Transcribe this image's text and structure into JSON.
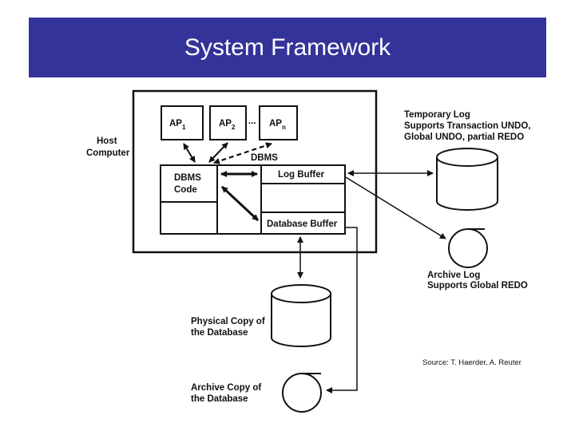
{
  "slide": {
    "title": "System Framework"
  },
  "diagram": {
    "host_computer": [
      "Host",
      "Computer"
    ],
    "ap1": {
      "main": "AP",
      "sub": "1"
    },
    "ap2": {
      "main": "AP",
      "sub": "2"
    },
    "apn": {
      "main": "AP",
      "sub": "n"
    },
    "ellipsis": "...",
    "dbms": "DBMS",
    "dbms_code": [
      "DBMS",
      "Code"
    ],
    "log_buffer": "Log Buffer",
    "database_buffer": "Database Buffer",
    "temporary_log": [
      "Temporary Log",
      "Supports Transaction UNDO,",
      "Global UNDO, partial REDO"
    ],
    "archive_log": [
      "Archive Log",
      "Supports Global REDO"
    ],
    "physical_copy": [
      "Physical Copy of",
      "the Database"
    ],
    "archive_copy": [
      "Archive Copy of",
      "the Database"
    ],
    "source": "Source: T. Haerder, A. Reuter"
  },
  "colors": {
    "title_bar": "#333399",
    "title_text": "#ffffff",
    "lines": "#111111"
  }
}
